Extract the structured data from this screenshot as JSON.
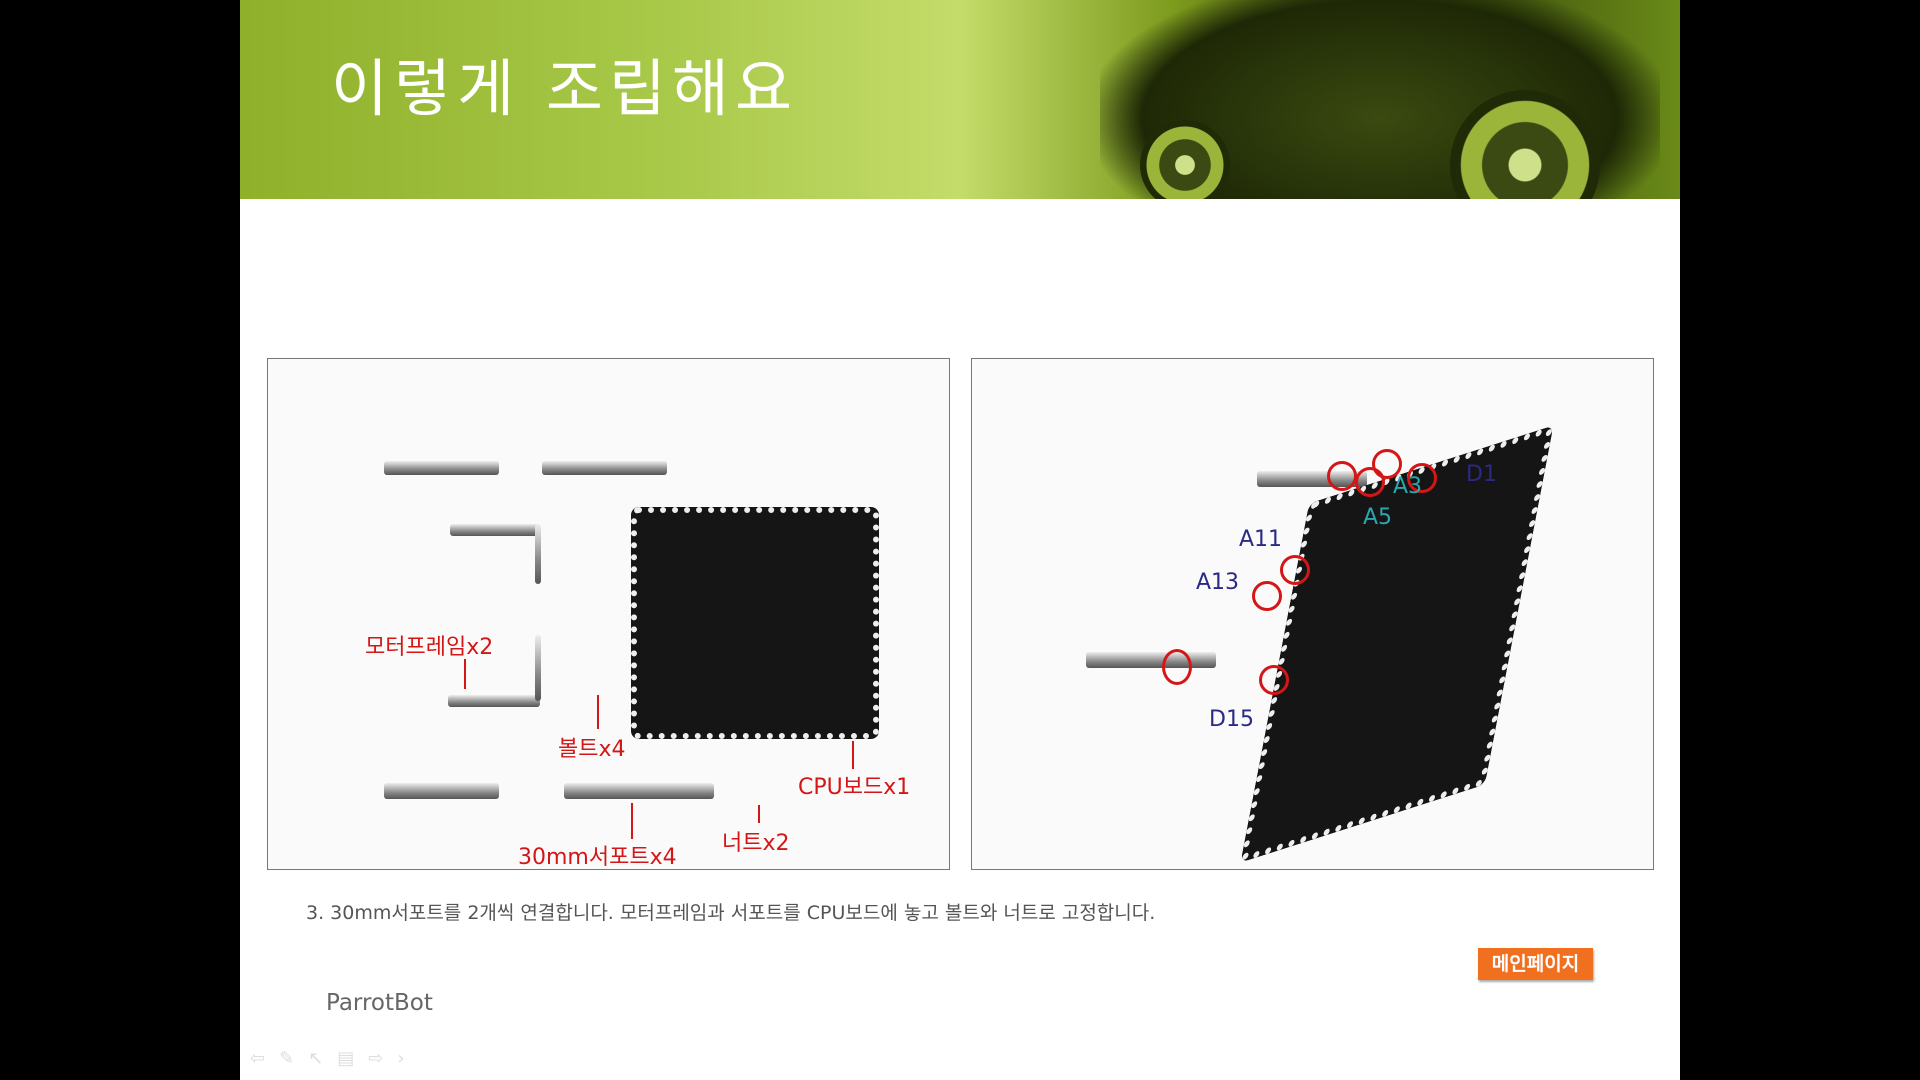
{
  "header": {
    "title": "이렇게 조립해요"
  },
  "left_panel": {
    "labels": [
      "모터프레임x2",
      "볼트x4",
      "CPU보드x1",
      "너트x2",
      "30mm서포트x4"
    ]
  },
  "right_panel": {
    "labels": [
      "D1",
      "A3",
      "A5",
      "A11",
      "A13",
      "D15"
    ]
  },
  "caption": "3. 30mm서포트를 2개씩 연결합니다. 모터프레임과 서포트를 CPU보드에 놓고 볼트와 너트로 고정합니다.",
  "main_page_button": "메인페이지",
  "footer": "ParrotBot",
  "nav_icons": [
    "back-arrow-icon",
    "pen-icon",
    "pointer-icon",
    "menu-icon",
    "forward-arrow-icon",
    "next-icon"
  ],
  "colors": {
    "accent": "#f07020",
    "label_red": "#d41616",
    "label_blue": "#2a2a85",
    "label_teal": "#2aa7b0"
  }
}
